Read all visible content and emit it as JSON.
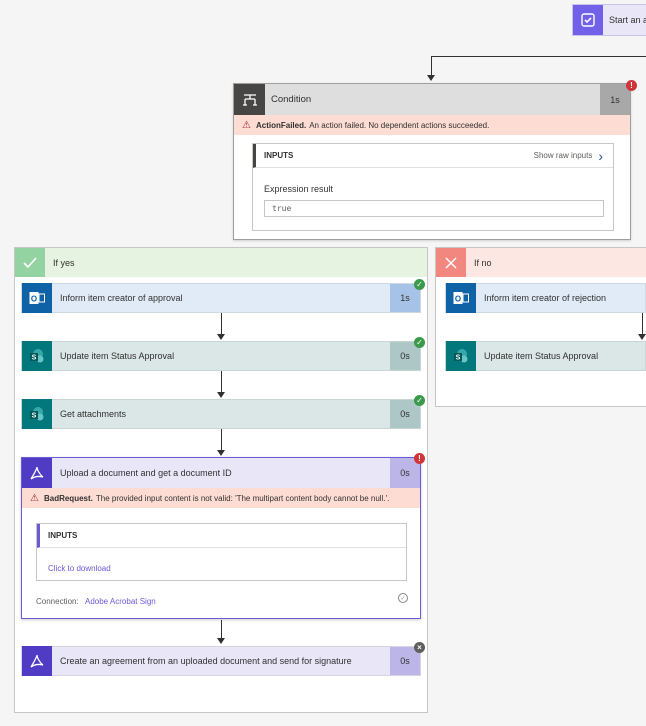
{
  "start_action": {
    "label": "Start an a",
    "icon": "approval-icon"
  },
  "condition": {
    "title": "Condition",
    "duration": "1s",
    "error_code": "ActionFailed.",
    "error_message": "An action failed. No dependent actions succeeded.",
    "inputs_label": "INPUTS",
    "raw_inputs_label": "Show raw inputs",
    "expression_label": "Expression result",
    "expression_value": "true",
    "status": "failed"
  },
  "branch_yes": {
    "label": "If yes",
    "actions": [
      {
        "title": "Inform item creator of approval",
        "duration": "1s",
        "connector": "outlook",
        "status": "succeeded"
      },
      {
        "title": "Update item Status Approval",
        "duration": "0s",
        "connector": "sharepoint",
        "status": "succeeded"
      },
      {
        "title": "Get attachments",
        "duration": "0s",
        "connector": "sharepoint",
        "status": "succeeded"
      },
      {
        "title": "Upload a document and get a document ID",
        "duration": "0s",
        "connector": "adobe",
        "status": "failed",
        "error_code": "BadRequest.",
        "error_message": "The provided input content is not valid: 'The multipart content body cannot be null.'.",
        "inputs_label": "INPUTS",
        "inputs_link": "Click to download",
        "connection_label": "Connection:",
        "connection_value": "Adobe Acrobat Sign"
      },
      {
        "title": "Create an agreement from an uploaded document and send for signature",
        "duration": "0s",
        "connector": "adobe",
        "status": "skipped"
      }
    ]
  },
  "branch_no": {
    "label": "If no",
    "actions": [
      {
        "title": "Inform item creator of rejection",
        "connector": "outlook"
      },
      {
        "title": "Update item Status Approval",
        "connector": "sharepoint"
      }
    ]
  },
  "colors": {
    "success": "#3a9a4a",
    "error": "#d13438",
    "outlook": "#0f62a6",
    "sharepoint": "#03787c",
    "adobe": "#4f3bc4"
  }
}
